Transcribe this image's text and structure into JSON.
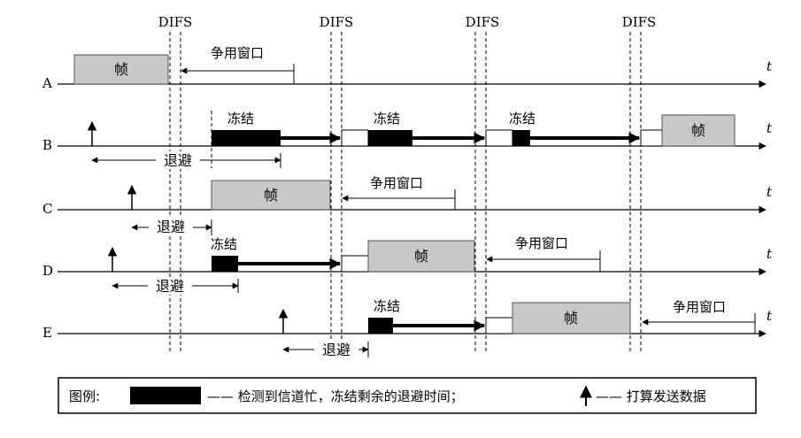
{
  "labels": {
    "difs": "DIFS",
    "frame": "帧",
    "freeze": "冻结",
    "backoff": "退避",
    "contention": "争用窗口",
    "time_axis": "t"
  },
  "stations": [
    "A",
    "B",
    "C",
    "D",
    "E"
  ],
  "legend": {
    "title": "图例:",
    "busy_desc": "—— 检测到信道忙，冻结剩余的退避时间；",
    "arrow_desc": "—— 打算发送数据"
  }
}
